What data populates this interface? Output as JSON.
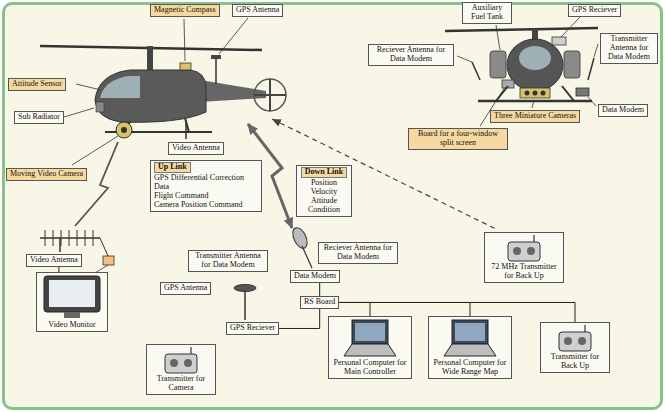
{
  "diagram": {
    "nodes": [
      {
        "text": [
          "Magnetic Compass"
        ]
      },
      {
        "text": [
          "GPS Antenna"
        ]
      },
      {
        "text": [
          "Attitude Sensor"
        ]
      },
      {
        "text": [
          "Sub Radiator"
        ]
      },
      {
        "text": [
          "Moving Video Camera"
        ]
      },
      {
        "text": [
          "Video Antenna"
        ]
      },
      {
        "text": [
          "Up Link",
          "GPS Differential Correction Data",
          "Flight Command",
          "Camera Position Command"
        ]
      },
      {
        "text": [
          "Down Link",
          "Position",
          "Velocity",
          "Attitude",
          "Condition"
        ]
      },
      {
        "text": [
          "Auxiliary Fuel Tank"
        ]
      },
      {
        "text": [
          "GPS Reciever"
        ]
      },
      {
        "text": [
          "Transmitter Antenna for Data Modem"
        ]
      },
      {
        "text": [
          "Reciever Antenna for Data Modem"
        ]
      },
      {
        "text": [
          "Three Miniature Cameras"
        ]
      },
      {
        "text": [
          "Data Modem"
        ]
      },
      {
        "text": [
          "Board for a four-window split screen"
        ]
      },
      {
        "text": [
          "72 MHz Transmitter for Back Up"
        ]
      },
      {
        "text": [
          "Video Antenna"
        ]
      },
      {
        "text": [
          "Video Monitor"
        ]
      },
      {
        "text": [
          "Transmitter Antenna for Data Modem"
        ]
      },
      {
        "text": [
          "GPS Antenna"
        ]
      },
      {
        "text": [
          "Reciever Antenna for Data Modem"
        ]
      },
      {
        "text": [
          "Data Modem"
        ]
      },
      {
        "text": [
          "RS Board"
        ]
      },
      {
        "text": [
          "GPS Reciever"
        ]
      },
      {
        "text": [
          "Personal Computer for Main Controller"
        ]
      },
      {
        "text": [
          "Personal Computer for Wide Range Map"
        ]
      },
      {
        "text": [
          "Transmitter for Back Up"
        ]
      },
      {
        "text": [
          "Transmitter for Camera"
        ]
      }
    ],
    "edges": [
      {
        "from": 16,
        "to": 17,
        "arrow": "none"
      },
      {
        "from": 21,
        "to": 22,
        "arrow": "none"
      },
      {
        "from": 23,
        "to": 22,
        "arrow": "none"
      },
      {
        "from": 22,
        "to": 24,
        "arrow": "none"
      },
      {
        "from": 22,
        "to": 25,
        "arrow": "none"
      },
      {
        "from": 22,
        "to": 26,
        "arrow": "none"
      }
    ]
  }
}
